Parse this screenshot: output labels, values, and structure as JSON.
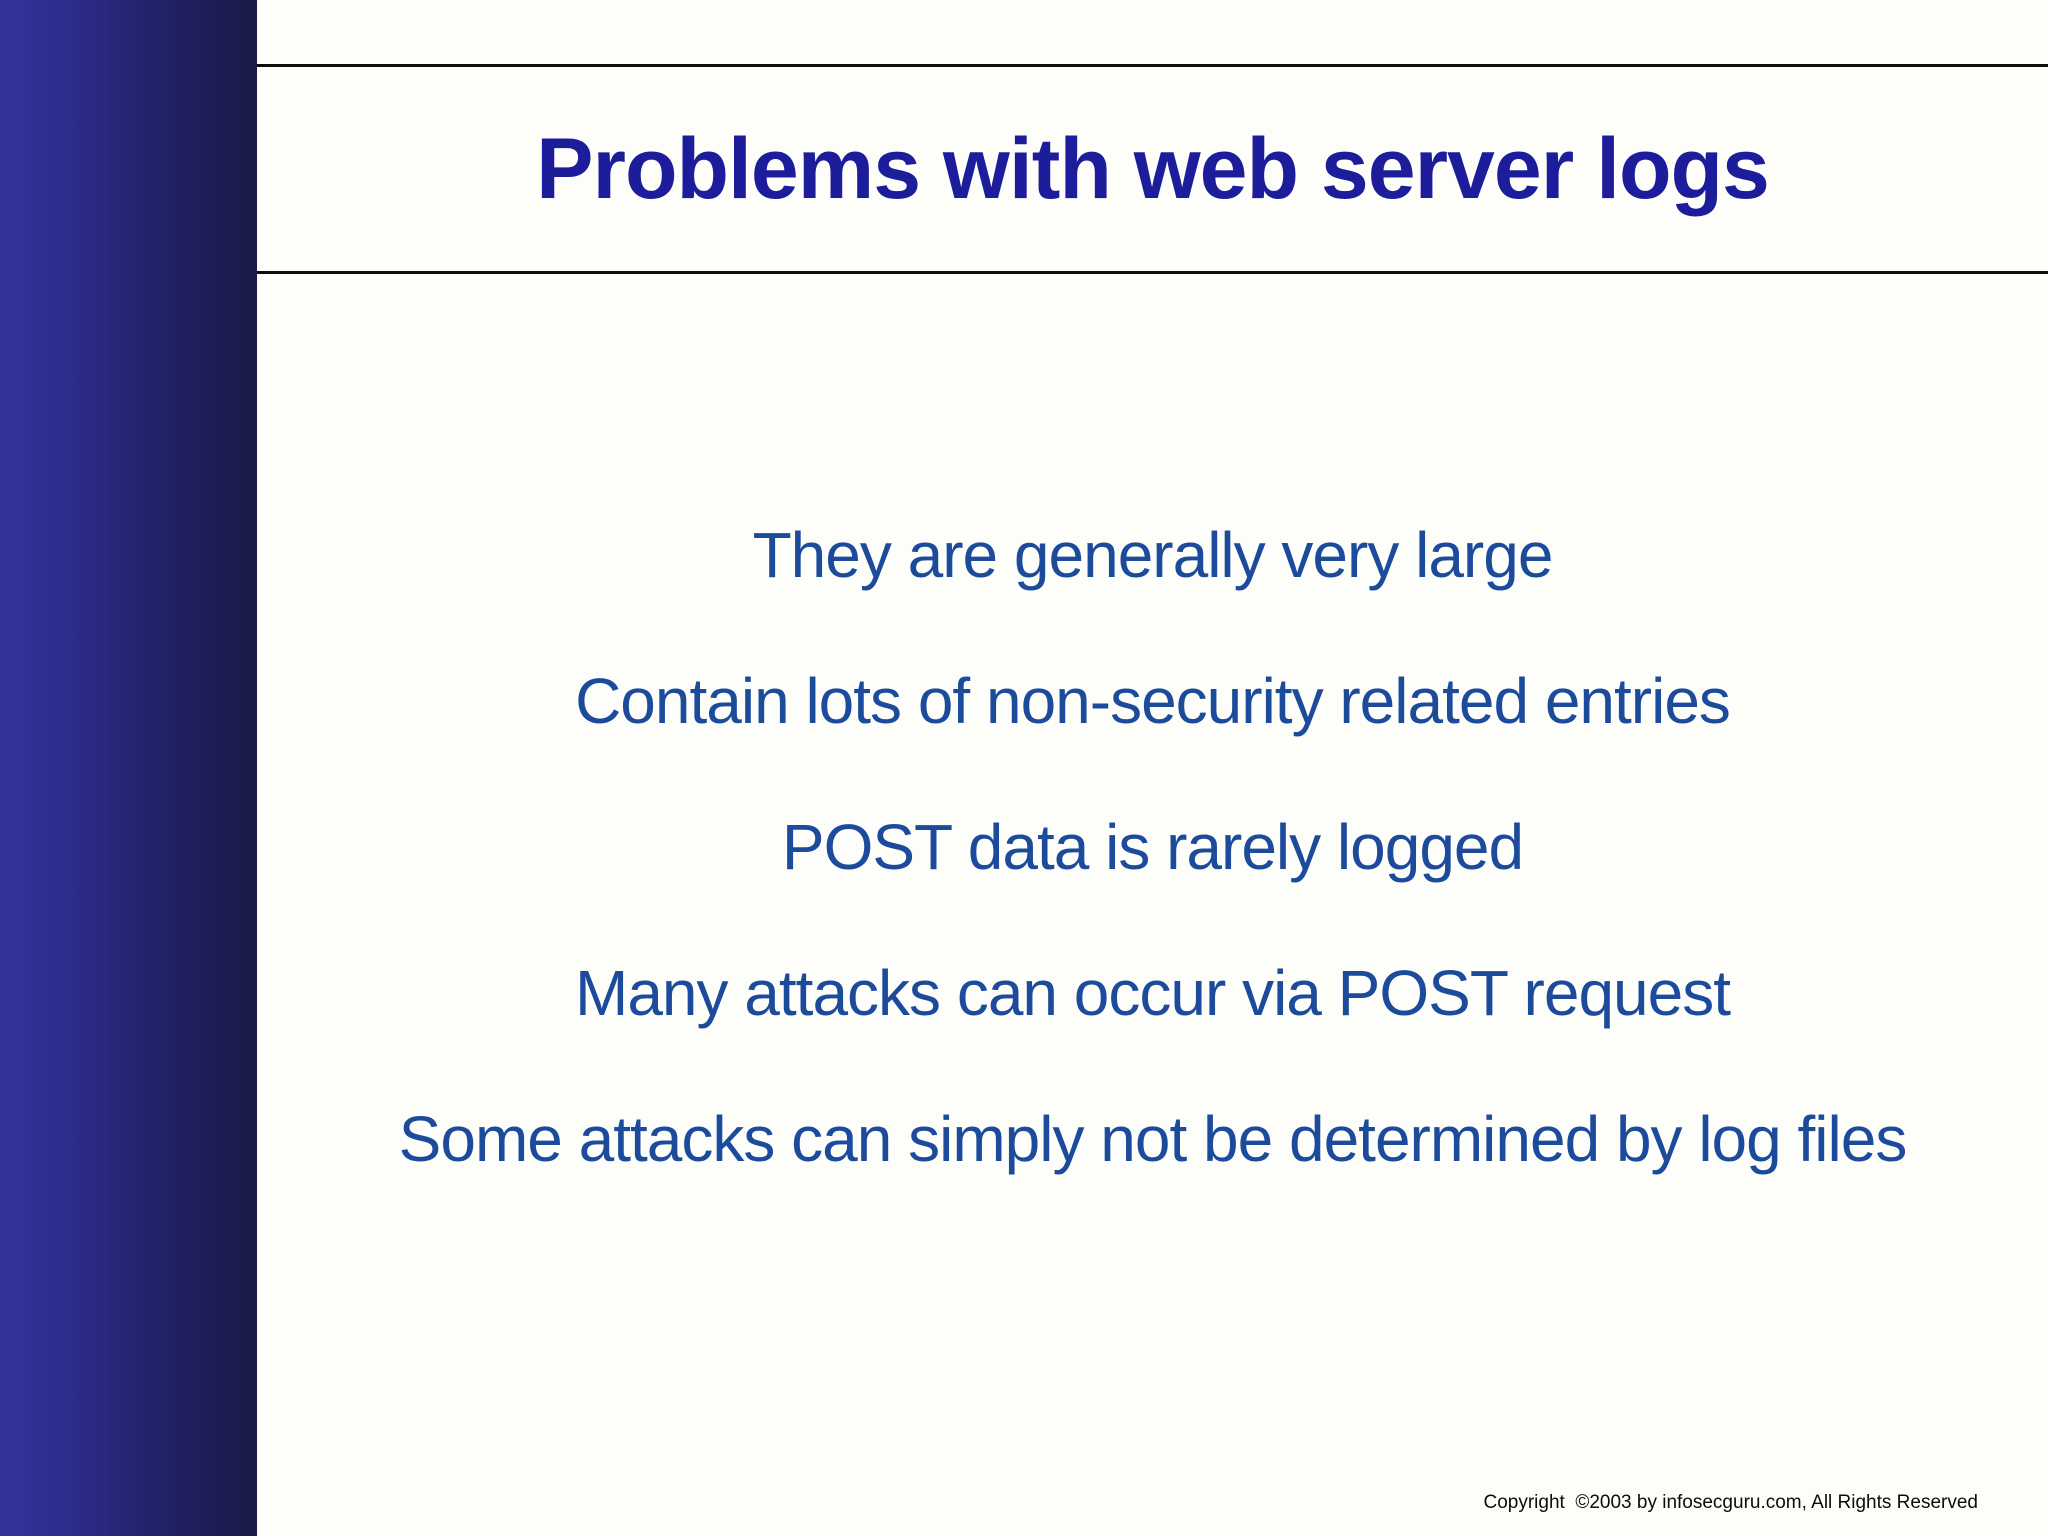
{
  "slide": {
    "title": "Problems with web server logs",
    "bullets": [
      "They are generally very large",
      "Contain lots of non-security related entries",
      "POST data is rarely logged",
      "Many attacks can occur via POST request",
      "Some attacks can simply not be determined by log files"
    ],
    "copyright": "Copyright  ©2003 by infosecguru.com, All Rights Reserved",
    "colors": {
      "title_text": "#1d1d9c",
      "body_text": "#1d4b9c",
      "sidebar_gradient_start": "#33339b",
      "sidebar_gradient_end": "#1a1a48",
      "rule": "#0d0d0d",
      "background": "#fdfefa",
      "copyright_text": "#0c0c0c"
    }
  }
}
